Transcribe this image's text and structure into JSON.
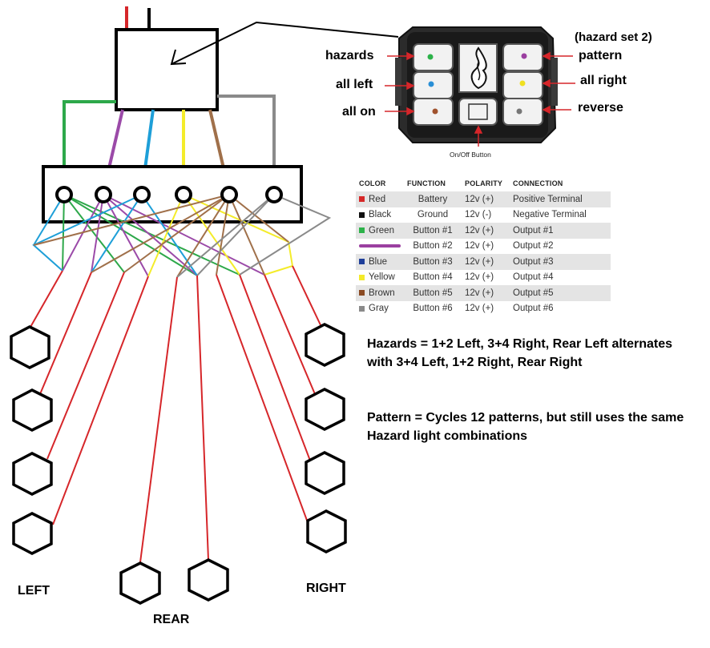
{
  "controller": {
    "labels": {
      "hazards": "hazards",
      "all_left": "all left",
      "all_on": "all on",
      "hazard_set_2": "(hazard set 2)",
      "pattern": "pattern",
      "all_right": "all right",
      "reverse": "reverse"
    },
    "onoff_label": "On/Off Button",
    "button_dot_colors": [
      "#2db24a",
      "#2a8fd6",
      "#a0522d",
      "#9b3fa0",
      "#f0e020",
      "#777777"
    ]
  },
  "legend": {
    "headers": [
      "COLOR",
      "FUNCTION",
      "POLARITY",
      "CONNECTION"
    ],
    "rows": [
      {
        "color": "Red",
        "swatch": "#d62828",
        "function": "Battery",
        "polarity": "12v (+)",
        "connection": "Positive Terminal"
      },
      {
        "color": "Black",
        "swatch": "#111111",
        "function": "Ground",
        "polarity": "12v (-)",
        "connection": "Negative Terminal"
      },
      {
        "color": "Green",
        "swatch": "#2db24a",
        "function": "Button #1",
        "polarity": "12v (+)",
        "connection": "Output #1"
      },
      {
        "color": "",
        "swatch": "#9b3fa0",
        "function": "Button #2",
        "polarity": "12v (+)",
        "connection": "Output #2"
      },
      {
        "color": "Blue",
        "swatch": "#1f3f9a",
        "function": "Button #3",
        "polarity": "12v (+)",
        "connection": "Output #3"
      },
      {
        "color": "Yellow",
        "swatch": "#f4ea2a",
        "function": "Button #4",
        "polarity": "12v (+)",
        "connection": "Output #4"
      },
      {
        "color": "Brown",
        "swatch": "#8a4a22",
        "function": "Button #5",
        "polarity": "12v (+)",
        "connection": "Output #5"
      },
      {
        "color": "Gray",
        "swatch": "#8a8a8a",
        "function": "Button #6",
        "polarity": "12v (+)",
        "connection": "Output #6"
      }
    ]
  },
  "notes": {
    "hazards": "Hazards = 1+2 Left, 3+4 Right, Rear Left alternates with 3+4 Left, 1+2 Right, Rear Right",
    "pattern": "Pattern = Cycles 12 patterns, but still uses the same Hazard light combinations"
  },
  "positions": {
    "left": "LEFT",
    "rear": "REAR",
    "right": "RIGHT"
  },
  "wire_colors": {
    "red": "#d6262a",
    "green": "#2da84a",
    "purple": "#9b4aa8",
    "blue": "#1e9fd8",
    "yellow": "#f4ec2a",
    "brown": "#a0704a",
    "gray": "#8a8a8a",
    "black": "#000000"
  }
}
